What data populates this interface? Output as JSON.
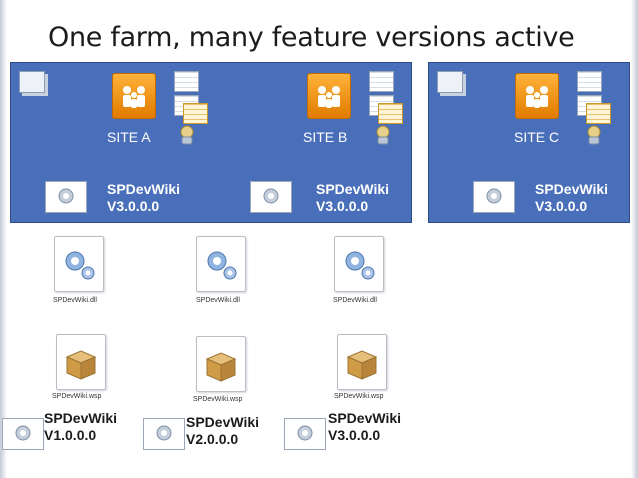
{
  "title": "One farm, many feature versions active",
  "sites": [
    {
      "label": "SITE A",
      "solution_name": "SPDevWiki",
      "solution_version": "V3.0.0.0"
    },
    {
      "label": "SITE B",
      "solution_name": "SPDevWiki",
      "solution_version": "V3.0.0.0"
    },
    {
      "label": "SITE C",
      "solution_name": "SPDevWiki",
      "solution_version": "V3.0.0.0"
    }
  ],
  "assemblies": [
    {
      "filename": "SPDevWiki.dll"
    },
    {
      "filename": "SPDevWiki.dll"
    },
    {
      "filename": "SPDevWiki.dll"
    }
  ],
  "packages": [
    {
      "filename": "SPDevWiki.wsp"
    },
    {
      "filename": "SPDevWiki.wsp"
    },
    {
      "filename": "SPDevWiki.wsp"
    }
  ],
  "solutions": [
    {
      "name": "SPDevWiki",
      "version": "V1.0.0.0"
    },
    {
      "name": "SPDevWiki",
      "version": "V2.0.0.0"
    },
    {
      "name": "SPDevWiki",
      "version": "V3.0.0.0"
    }
  ],
  "colors": {
    "panel": "#4a6fba",
    "site_orange": "#f29a12"
  },
  "icons": [
    "farm-icon",
    "site-icon",
    "list-icon",
    "feature-icon",
    "solution-icon",
    "assembly-file-icon",
    "package-file-icon"
  ]
}
